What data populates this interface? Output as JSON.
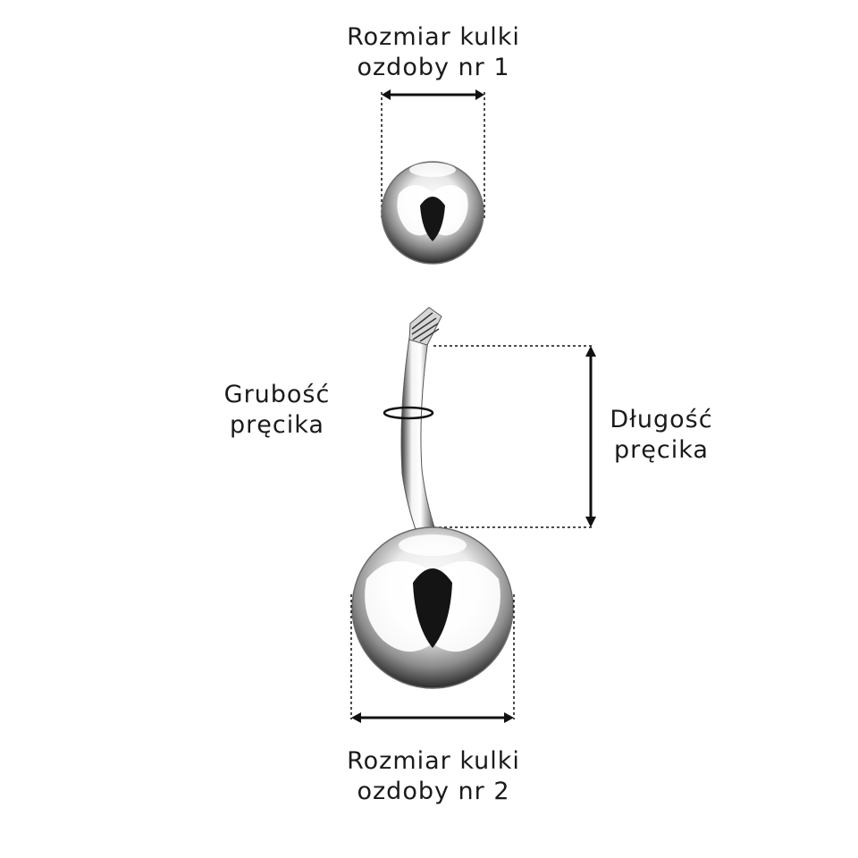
{
  "labels": {
    "top_ball": {
      "line1": "Rozmiar kulki",
      "line2": "ozdoby nr 1"
    },
    "bottom_ball": {
      "line1": "Rozmiar kulki",
      "line2": "ozdoby nr 2"
    },
    "bar_thickness": {
      "line1": "Grubość",
      "line2": "pręcika"
    },
    "bar_length": {
      "line1": "Długość",
      "line2": "pręcika"
    }
  },
  "colors": {
    "text": "#1a1a1a",
    "lines": "#111111",
    "metal_light": "#ffffff",
    "metal_dark": "#111111"
  }
}
